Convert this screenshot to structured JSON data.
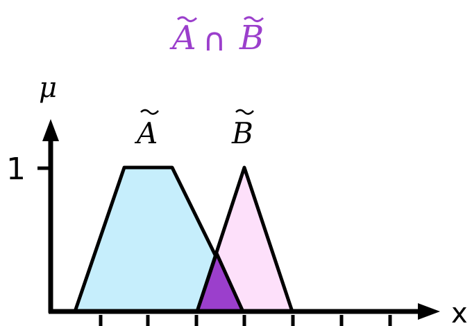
{
  "title": {
    "set_a": "A",
    "operator": "∩",
    "set_b": "B",
    "color": "#9b3fcc"
  },
  "axes": {
    "y_label": "μ",
    "x_label": "x",
    "y_tick_label": "1"
  },
  "sets": {
    "a": {
      "label": "A",
      "fill": "#c6eefc"
    },
    "b": {
      "label": "B",
      "fill": "#fde0fa"
    }
  },
  "intersection": {
    "fill": "#9b3fcc"
  },
  "colors": {
    "stroke": "#000000"
  }
}
